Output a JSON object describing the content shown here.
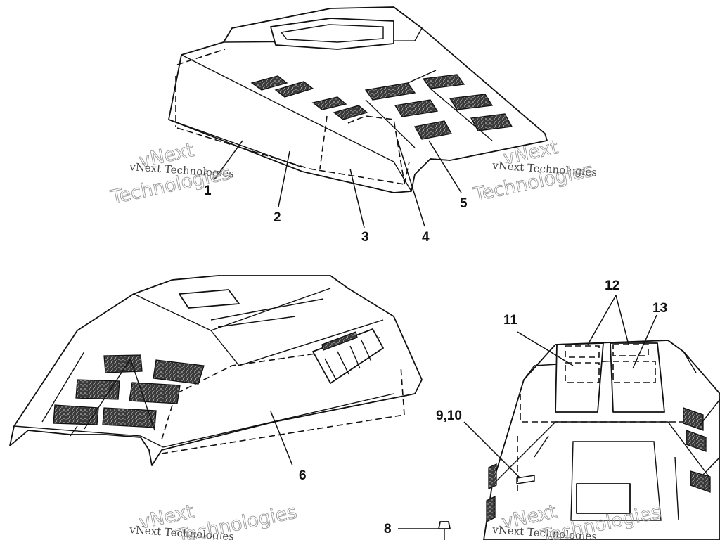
{
  "diagram": {
    "callouts": {
      "c1": "1",
      "c2": "2",
      "c3": "3",
      "c4": "4",
      "c5": "5",
      "c6": "6",
      "c8": "8",
      "c9_10": "9,10",
      "c11": "11",
      "c12": "12",
      "c13": "13"
    },
    "watermark": {
      "line_small": "vNext Technologies",
      "line_big_1": "vNext",
      "line_big_2": "Technologies"
    }
  }
}
